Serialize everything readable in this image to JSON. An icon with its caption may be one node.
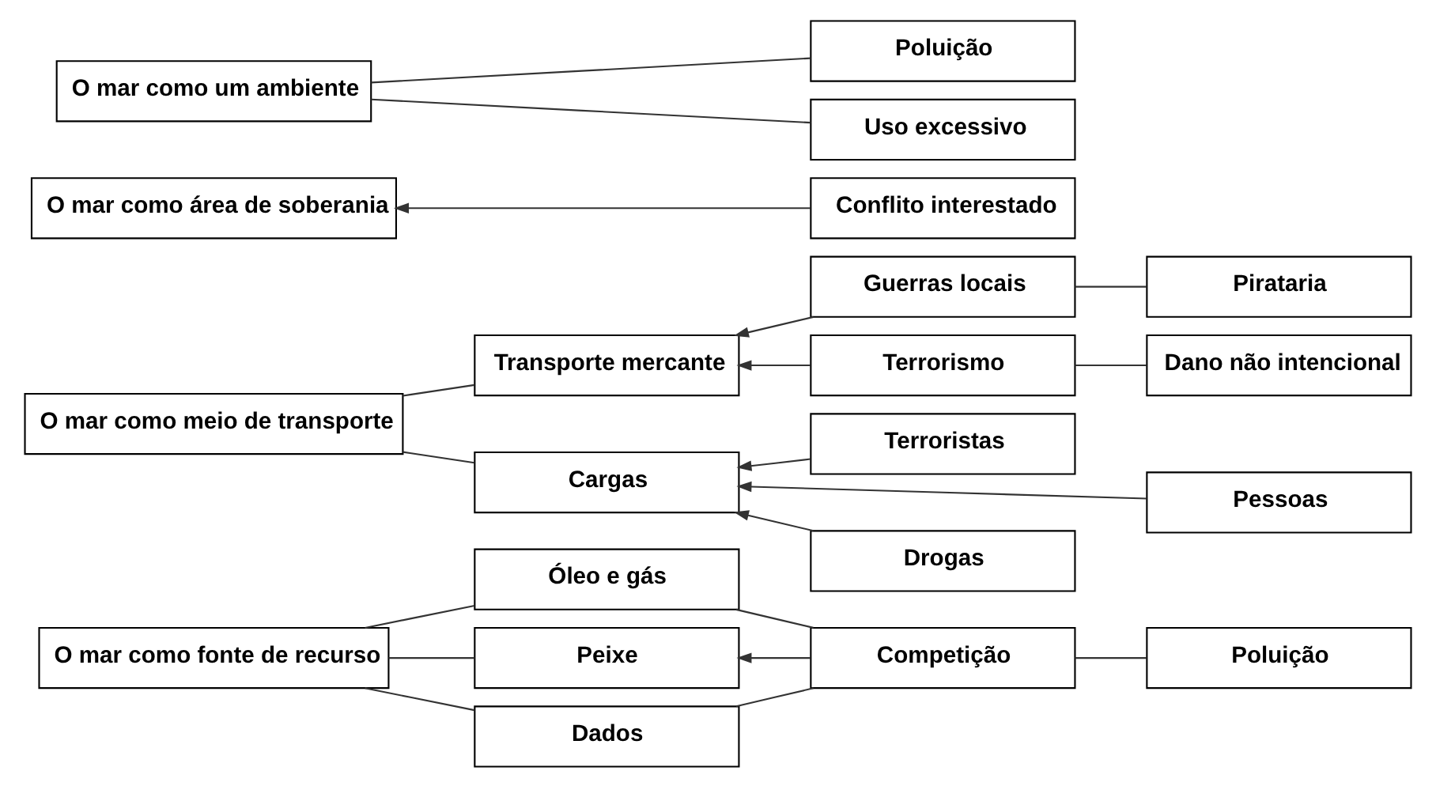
{
  "diagram": {
    "nodes": [
      {
        "text": [
          "O mar como fonte de recurso"
        ]
      },
      {
        "text": [
          "Óleo e gás"
        ]
      },
      {
        "text": [
          "Peixe"
        ]
      },
      {
        "text": [
          "Dados"
        ]
      },
      {
        "text": [
          "Competição"
        ]
      },
      {
        "text": [
          "Poluição"
        ]
      },
      {
        "text": [
          "O mar como meio de transporte"
        ]
      },
      {
        "text": [
          "Transporte mercante"
        ]
      },
      {
        "text": [
          "Cargas"
        ]
      },
      {
        "text": [
          "Guerras locais"
        ]
      },
      {
        "text": [
          "Pirataria"
        ]
      },
      {
        "text": [
          "Terrorismo"
        ]
      },
      {
        "text": [
          "Dano não intencional"
        ]
      },
      {
        "text": [
          "Terroristas"
        ]
      },
      {
        "text": [
          "Pessoas"
        ]
      },
      {
        "text": [
          "Drogas"
        ]
      },
      {
        "text": [
          "O mar como área de soberania"
        ]
      },
      {
        "text": [
          "Conflito interestado"
        ]
      },
      {
        "text": [
          "O mar como um ambiente"
        ]
      },
      {
        "text": [
          "Poluição"
        ]
      },
      {
        "text": [
          "Uso excessivo"
        ]
      }
    ],
    "edges": [
      {
        "from": 0,
        "to": 1,
        "arrow": "none"
      },
      {
        "from": 0,
        "to": 2,
        "arrow": "none"
      },
      {
        "from": 0,
        "to": 3,
        "arrow": "none"
      },
      {
        "from": 4,
        "to": 1,
        "arrow": "none"
      },
      {
        "from": 4,
        "to": 2,
        "arrow": "to"
      },
      {
        "from": 4,
        "to": 3,
        "arrow": "none"
      },
      {
        "from": 4,
        "to": 5,
        "arrow": "none"
      },
      {
        "from": 6,
        "to": 7,
        "arrow": "none"
      },
      {
        "from": 6,
        "to": 8,
        "arrow": "none"
      },
      {
        "from": 9,
        "to": 7,
        "arrow": "to"
      },
      {
        "from": 11,
        "to": 7,
        "arrow": "to"
      },
      {
        "from": 9,
        "to": 10,
        "arrow": "none"
      },
      {
        "from": 11,
        "to": 12,
        "arrow": "none"
      },
      {
        "from": 13,
        "to": 8,
        "arrow": "to"
      },
      {
        "from": 15,
        "to": 8,
        "arrow": "to"
      },
      {
        "from": 14,
        "to": 8,
        "arrow": "to"
      },
      {
        "from": 17,
        "to": 16,
        "arrow": "to"
      },
      {
        "from": 18,
        "to": 19,
        "arrow": "none"
      },
      {
        "from": 18,
        "to": 20,
        "arrow": "none"
      }
    ]
  }
}
